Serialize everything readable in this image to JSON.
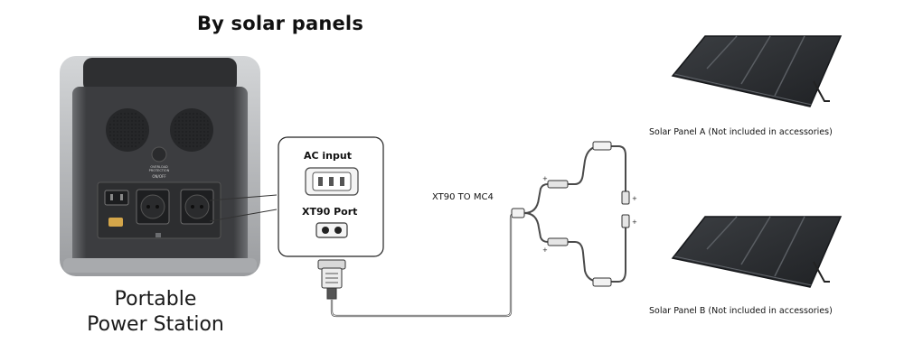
{
  "title": "By solar panels",
  "station": {
    "label_line1": "Portable",
    "label_line2": "Power Station",
    "switch_text_1": "OVERLOAD",
    "switch_text_2": "PROTECTION",
    "switch_text_3": "ON/OFF"
  },
  "ports": {
    "ac_input": "AC input",
    "xt90_port": "XT90 Port"
  },
  "cable_label": "XT90 TO MC4",
  "panels": {
    "a_label": "Solar Panel A (Not included in accessories)",
    "b_label": "Solar Panel B (Not included in accessories)"
  },
  "colors": {
    "station_body": "#3a3b3d",
    "station_frame": "#b9bbbd",
    "panel_cell": "#2b2d30",
    "cable": "#555555",
    "label_text": "#111111"
  }
}
